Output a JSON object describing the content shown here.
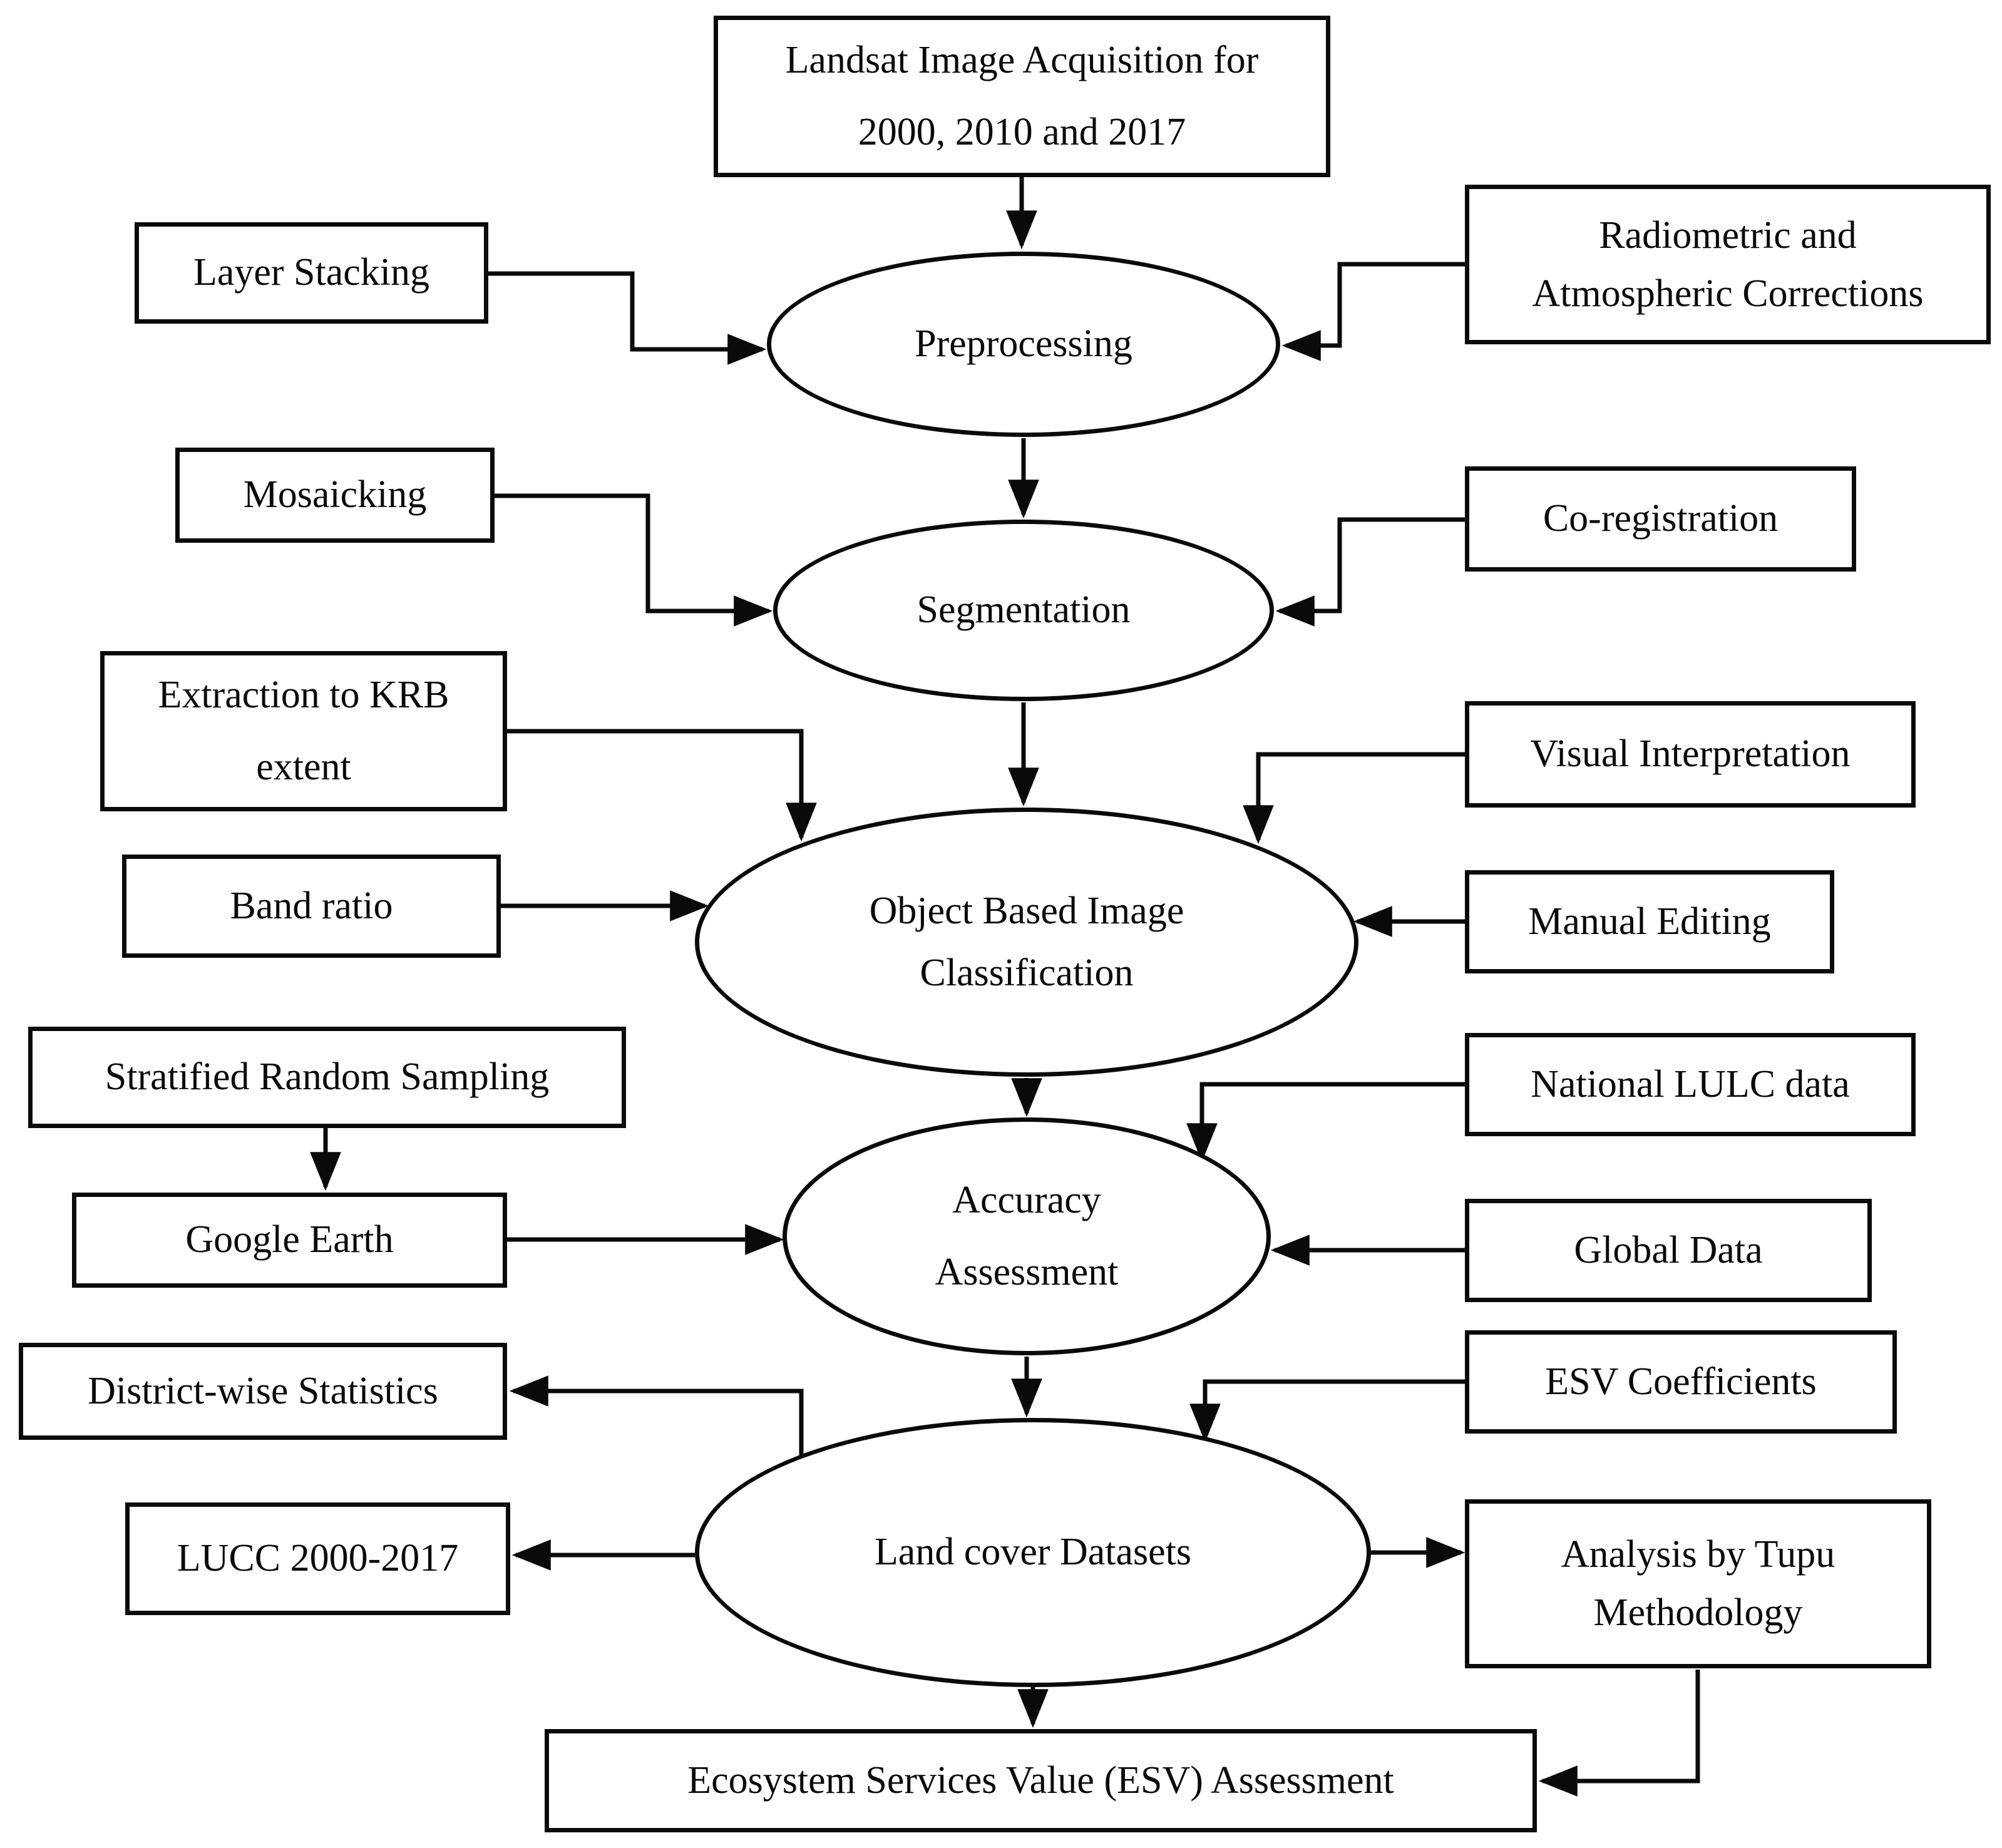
{
  "diagram": {
    "type": "flowchart",
    "colors": {
      "stroke": "#0a0a0a",
      "background": "#ffffff"
    },
    "nodes": {
      "landsat": {
        "line1": "Landsat Image Acquisition for",
        "line2": "2000, 2010 and 2017"
      },
      "layer_stacking": {
        "label": "Layer Stacking"
      },
      "radiometric": {
        "line1": "Radiometric and",
        "line2": "Atmospheric Corrections"
      },
      "preprocessing": {
        "label": "Preprocessing"
      },
      "mosaicking": {
        "label": "Mosaicking"
      },
      "co_registration": {
        "label": "Co-registration"
      },
      "segmentation": {
        "label": "Segmentation"
      },
      "extraction": {
        "line1": "Extraction to KRB",
        "line2": "extent"
      },
      "band_ratio": {
        "label": "Band ratio"
      },
      "visual_interpretation": {
        "label": "Visual Interpretation"
      },
      "manual_editing": {
        "label": "Manual Editing"
      },
      "obic": {
        "line1": "Object Based Image",
        "line2": "Classification"
      },
      "stratified": {
        "label": "Stratified Random Sampling"
      },
      "google_earth": {
        "label": "Google Earth"
      },
      "national_lulc": {
        "label": "National LULC data"
      },
      "global_data": {
        "label": "Global Data"
      },
      "accuracy": {
        "line1": "Accuracy",
        "line2": "Assessment"
      },
      "district": {
        "label": "District-wise Statistics"
      },
      "lucc": {
        "label": "LUCC 2000-2017"
      },
      "esv_coefficients": {
        "label": "ESV Coefficients"
      },
      "landcover": {
        "label": "Land cover Datasets"
      },
      "tupu": {
        "line1": "Analysis by Tupu",
        "line2": "Methodology"
      },
      "esv_assessment": {
        "label": "Ecosystem Services Value (ESV) Assessment"
      }
    },
    "edges": [
      {
        "from": "Landsat Image Acquisition for 2000, 2010 and 2017",
        "to": "Preprocessing"
      },
      {
        "from": "Layer Stacking",
        "to": "Preprocessing"
      },
      {
        "from": "Radiometric and Atmospheric Corrections",
        "to": "Preprocessing"
      },
      {
        "from": "Preprocessing",
        "to": "Segmentation"
      },
      {
        "from": "Mosaicking",
        "to": "Segmentation"
      },
      {
        "from": "Co-registration",
        "to": "Segmentation"
      },
      {
        "from": "Segmentation",
        "to": "Object Based Image Classification"
      },
      {
        "from": "Extraction to KRB extent",
        "to": "Object Based Image Classification"
      },
      {
        "from": "Band ratio",
        "to": "Object Based Image Classification"
      },
      {
        "from": "Visual Interpretation",
        "to": "Object Based Image Classification"
      },
      {
        "from": "Manual Editing",
        "to": "Object Based Image Classification"
      },
      {
        "from": "Object Based Image Classification",
        "to": "Accuracy Assessment"
      },
      {
        "from": "Stratified Random Sampling",
        "to": "Google Earth"
      },
      {
        "from": "Google Earth",
        "to": "Accuracy Assessment"
      },
      {
        "from": "National LULC data",
        "to": "Accuracy Assessment"
      },
      {
        "from": "Global Data",
        "to": "Accuracy Assessment"
      },
      {
        "from": "Accuracy Assessment",
        "to": "Land cover Datasets"
      },
      {
        "from": "Land cover Datasets",
        "to": "District-wise Statistics"
      },
      {
        "from": "ESV Coefficients",
        "to": "Land cover Datasets"
      },
      {
        "from": "Land cover Datasets",
        "to": "LUCC 2000-2017"
      },
      {
        "from": "Land cover Datasets",
        "to": "Analysis by Tupu Methodology"
      },
      {
        "from": "Land cover Datasets",
        "to": "Ecosystem Services Value (ESV) Assessment"
      },
      {
        "from": "Analysis by Tupu Methodology",
        "to": "Ecosystem Services Value (ESV) Assessment"
      }
    ]
  }
}
